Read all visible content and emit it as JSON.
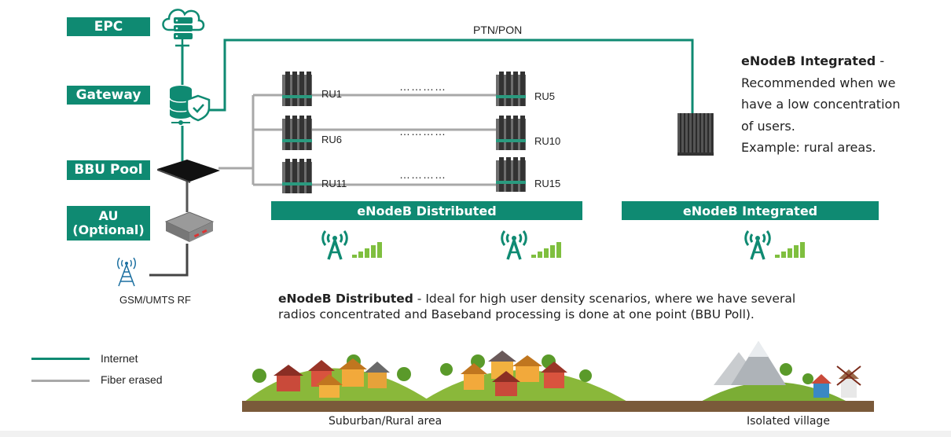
{
  "left_labels": {
    "epc": "EPC",
    "gateway": "Gateway",
    "bbu_pool": "BBU Pool",
    "au_line1": "AU",
    "au_line2": "(Optional)"
  },
  "link_label": "PTN/PON",
  "gsm_label": "GSM/UMTS RF",
  "ru_rows": [
    {
      "left": "RU1",
      "right": "RU5",
      "dots": "…………"
    },
    {
      "left": "RU6",
      "right": "RU10",
      "dots": "…………"
    },
    {
      "left": "RU11",
      "right": "RU15",
      "dots": "…………"
    }
  ],
  "bands": {
    "distributed": "eNodeB  Distributed",
    "integrated": "eNodeB  Integrated"
  },
  "integrated_note": {
    "title": "eNodeB Integrated",
    "sep": " -",
    "lines": [
      "Recommended when we",
      "have a low concentration",
      "of users.",
      "Example: rural areas."
    ]
  },
  "distributed_note": {
    "title": "eNodeB Distributed",
    "text": " - Ideal for high user density scenarios, where we have several",
    "line2": "radios concentrated and Baseband processing is done at one point (BBU Poll)."
  },
  "legend": [
    {
      "label": "Internet",
      "color": "#0f8a72"
    },
    {
      "label": "Fiber erased",
      "color": "#a8a8a8"
    }
  ],
  "scenes": {
    "suburban": "Suburban/Rural area",
    "village": "Isolated village"
  },
  "colors": {
    "accent": "#0f8a72",
    "fiber": "#a8a8a8"
  }
}
